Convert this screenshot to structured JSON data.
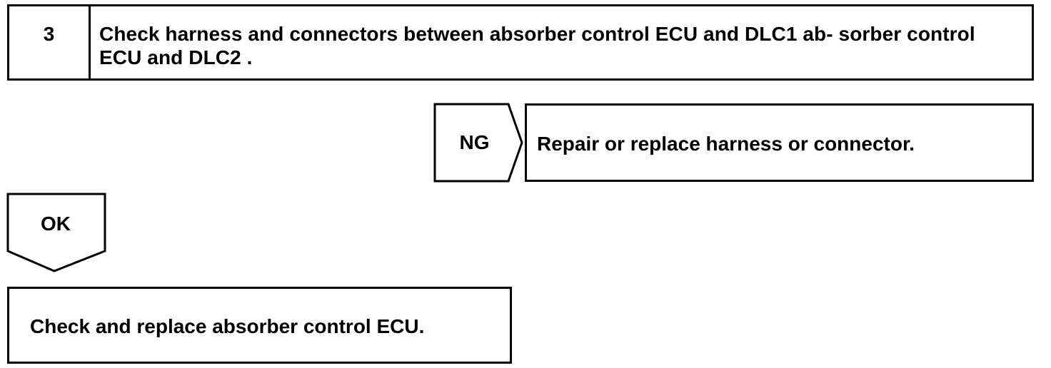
{
  "step": {
    "number": "3",
    "text": "Check harness and connectors between absorber control ECU and DLC1 ab- sorber control ECU and DLC2 ."
  },
  "ng_branch": {
    "label": "NG",
    "result": "Repair or replace harness or connector."
  },
  "ok_branch": {
    "label": "OK"
  },
  "final_action": {
    "text": "Check and replace absorber control ECU."
  }
}
